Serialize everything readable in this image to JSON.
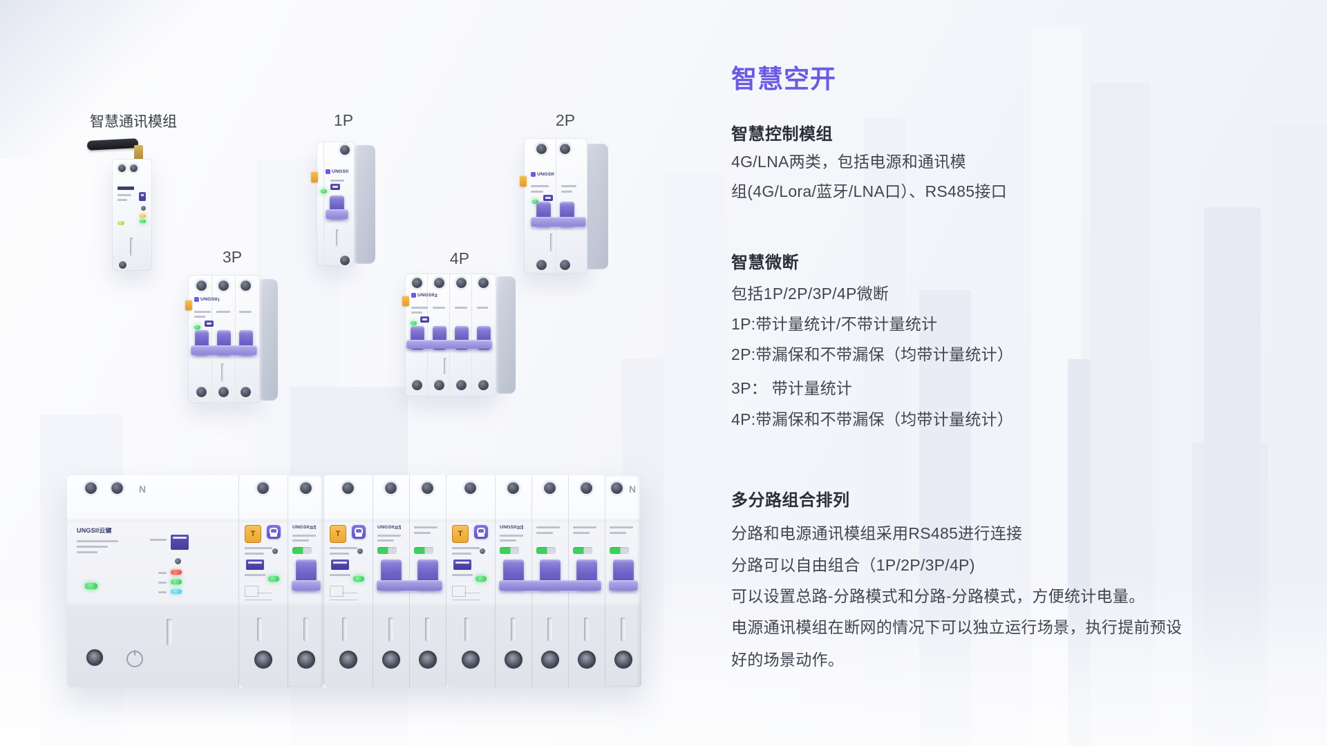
{
  "right_panel": {
    "title": "智慧空开",
    "sections": [
      {
        "heading": "智慧控制模组",
        "lines": [
          "4G/LNA两类，包括电源和通讯模",
          "组(4G/Lora/蓝牙/LNA口）、RS485接口"
        ]
      },
      {
        "heading": "智慧微断",
        "lines": [
          "包括1P/2P/3P/4P微断",
          "1P:带计量统计/不带计量统计",
          "2P:带漏保和不带漏保（均带计量统计）",
          "3P： 带计量统计",
          "4P:带漏保和不带漏保（均带计量统计）"
        ]
      },
      {
        "heading": "多分路组合排列",
        "lines": [
          "分路和电源通讯模组采用RS485进行连接",
          "分路可以自由组合（1P/2P/3P/4P)",
          "可以设置总路-分路模式和分路-分路模式，方便统计电量。",
          "电源通讯模组在断网的情况下可以独立运行场景，执行提前预设",
          "好的场景动作。"
        ]
      }
    ]
  },
  "products": {
    "comm_module_label": "智慧通讯模组",
    "pole_labels": [
      "1P",
      "2P",
      "3P",
      "4P"
    ]
  },
  "assembly": {
    "brand": "UNGSII云键",
    "neutral_label": "N",
    "test_button_glyph": "T"
  },
  "colors": {
    "accent_purple": "#6c5ae4",
    "toggle_purple": "#6f63c8",
    "test_button_orange": "#eda62f",
    "led_green": "#3ecf5d",
    "led_red": "#e0453f",
    "led_cyan": "#3fc9d6",
    "brand_navy": "#333a68"
  }
}
